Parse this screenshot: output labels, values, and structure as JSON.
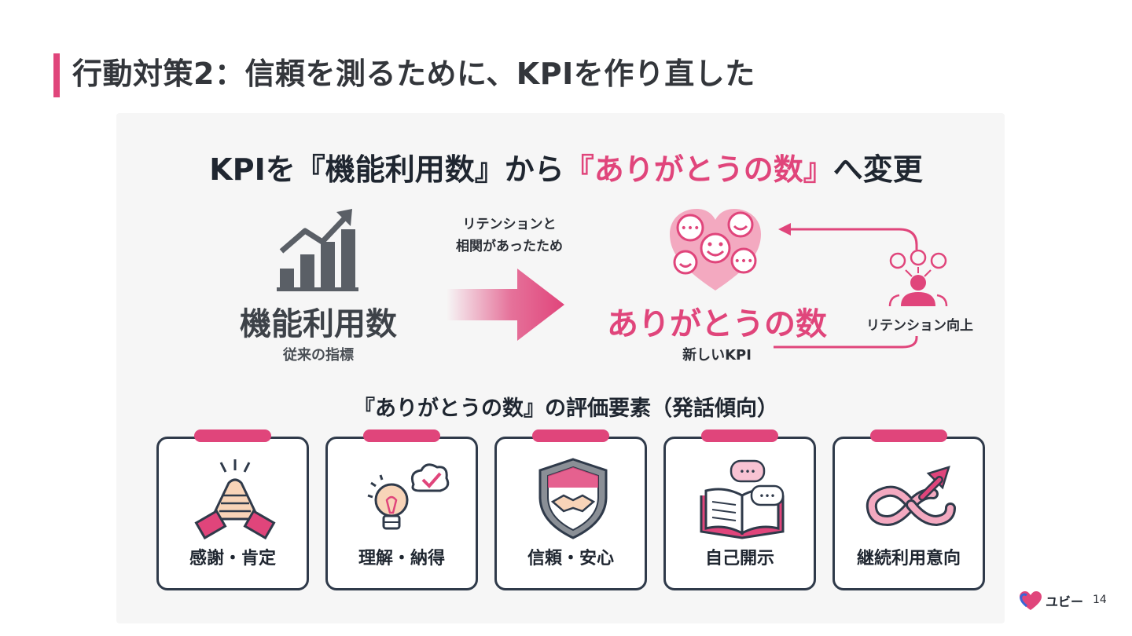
{
  "title": "行動対策2：信頼を測るために、KPIを作り直した",
  "headline": {
    "prefix": "KPIを『機能利用数』から",
    "accent": "『ありがとうの数』",
    "suffix": "へ変更"
  },
  "old_kpi": {
    "label": "機能利用数",
    "sub": "従来の指標"
  },
  "reason": {
    "line1": "リテンションと",
    "line2": "相関があったため"
  },
  "new_kpi": {
    "label": "ありがとうの数",
    "sub": "新しいKPI"
  },
  "retention": {
    "label": "リテンション向上"
  },
  "evaluation": {
    "title": "『ありがとうの数』の評価要素（発話傾向）",
    "items": [
      {
        "label": "感謝・肯定",
        "icon": "handshake-clasp-icon"
      },
      {
        "label": "理解・納得",
        "icon": "lightbulb-check-icon"
      },
      {
        "label": "信頼・安心",
        "icon": "shield-handshake-icon"
      },
      {
        "label": "自己開示",
        "icon": "open-book-speech-icon"
      },
      {
        "label": "継続利用意向",
        "icon": "infinity-arrow-icon"
      }
    ]
  },
  "brand": {
    "name": "ユビー"
  },
  "page_number": "14",
  "colors": {
    "accent": "#e0457b",
    "dark": "#2f3a4a",
    "gray": "#5a5f66"
  }
}
